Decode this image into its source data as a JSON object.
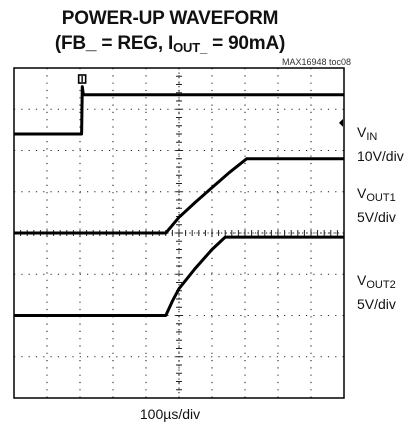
{
  "title": {
    "line1": "POWER-UP WAVEFORM",
    "line2_pre": "(FB_ = REG, I",
    "line2_sub": "OUT_",
    "line2_post": " = 90mA)"
  },
  "figure_tag": "MAX16948 toc08",
  "channels": [
    {
      "sym": "V",
      "sub": "IN",
      "scale": "10V/div"
    },
    {
      "sym": "V",
      "sub": "OUT1",
      "scale": "5V/div"
    },
    {
      "sym": "V",
      "sub": "OUT2",
      "scale": "5V/div"
    }
  ],
  "xlabel": "100µs/div",
  "chart_data": {
    "type": "line",
    "x_unit": "div",
    "y_unit": "div",
    "xlim": [
      0,
      10
    ],
    "ylim": [
      0,
      8
    ],
    "grid": true,
    "series": [
      {
        "name": "VIN",
        "x": [
          0,
          2.05,
          2.07,
          2.1,
          10
        ],
        "y": [
          6.4,
          6.4,
          7.55,
          7.35,
          7.35
        ]
      },
      {
        "name": "VOUT1",
        "x": [
          0,
          4.6,
          5.0,
          5.5,
          6.0,
          6.5,
          7.05,
          10
        ],
        "y": [
          4.0,
          4.0,
          4.38,
          4.75,
          5.1,
          5.45,
          5.8,
          5.8
        ]
      },
      {
        "name": "VOUT2",
        "x": [
          0,
          4.6,
          4.8,
          5.0,
          5.5,
          6.0,
          6.4,
          10
        ],
        "y": [
          2.0,
          2.0,
          2.35,
          2.65,
          3.15,
          3.6,
          3.9,
          3.9
        ]
      }
    ]
  }
}
